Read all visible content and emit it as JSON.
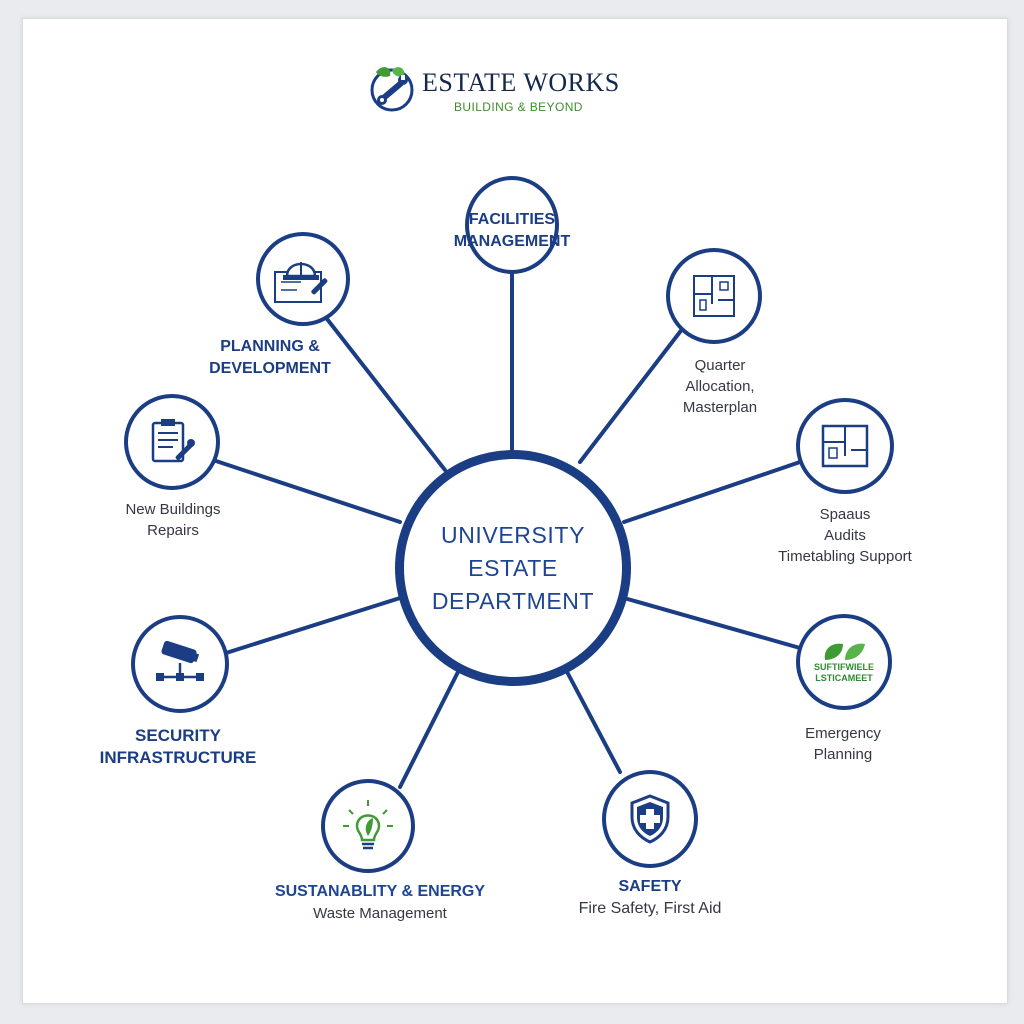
{
  "logo": {
    "title": "ESTATE WORKS",
    "subtitle": "BUILDING & BEYOND"
  },
  "hub": {
    "line1": "UNIVERSITY",
    "line2": "ESTATE",
    "line3": "DEPARTMENT"
  },
  "nodes": {
    "facilities": {
      "line1": "FACILITIES",
      "line2": "MANAGEMENT"
    },
    "planning": {
      "line1": "PLANNING &",
      "line2": "DEVELOPMENT"
    },
    "quarter": {
      "line1": "Quarter",
      "line2": "Allocation,",
      "line3": "Masterplan"
    },
    "new_buildings": {
      "line1": "New Buildings",
      "line2": "Repairs"
    },
    "spaces": {
      "line1": "Spaaus",
      "line2": "Audits",
      "line3": "Timetabling Support"
    },
    "security": {
      "line1": "SECURITY",
      "line2": "INFRASTRUCTURE"
    },
    "emergency": {
      "line1": "Emergency",
      "line2": "Planning",
      "badge1": "SUFTIFWIELE",
      "badge2": "LSTICAMEET"
    },
    "sustainability": {
      "line1": "SUSTANABLITY & ENERGY",
      "line2": "Waste Management"
    },
    "safety": {
      "line1": "SAFETY",
      "line2": "Fire Safety, First Aid"
    }
  },
  "colors": {
    "navy": "#1b3d84",
    "hub_text": "#1e4593",
    "green": "#3f8d2e"
  }
}
